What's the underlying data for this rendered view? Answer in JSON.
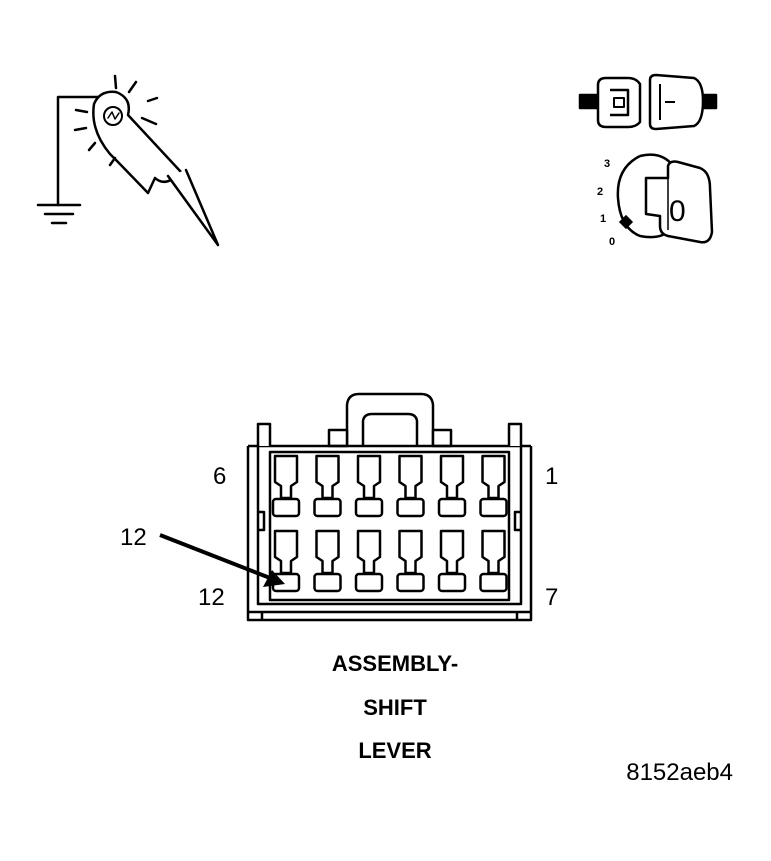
{
  "connector": {
    "pin_top_left": "6",
    "pin_top_right": "1",
    "pin_bottom_left": "12",
    "pin_bottom_right": "7",
    "callout_pin": "12",
    "rows": 2,
    "pins_per_row": 6
  },
  "ignition_switch": {
    "positions": [
      "3",
      "2",
      "1",
      "0"
    ],
    "key_position": "0"
  },
  "caption": {
    "line1": "ASSEMBLY-",
    "line2": "SHIFT",
    "line3": "LEVER"
  },
  "figure_code": "8152aeb4",
  "icons": {
    "test_light": "test-light-grounded-icon",
    "disconnect": "connector-disconnect-icon",
    "ignition": "ignition-key-icon"
  }
}
